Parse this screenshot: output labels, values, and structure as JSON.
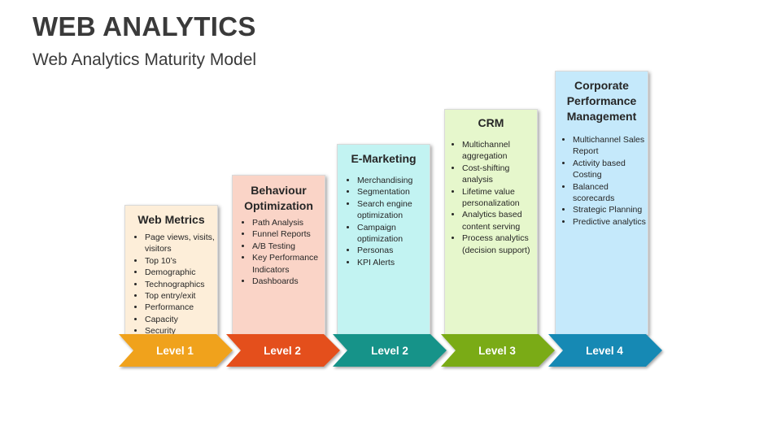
{
  "header": {
    "title": "WEB ANALYTICS",
    "subtitle": "Web Analytics Maturity Model"
  },
  "stages": [
    {
      "title": "Web Metrics",
      "items": [
        "Page views, visits, visitors",
        "Top 10’s",
        "Demographic",
        "Technographics",
        "Top entry/exit",
        "Performance",
        "Capacity",
        "Security"
      ],
      "level": "Level 1",
      "box_color": "#fdeed9",
      "arrow_color": "#f0a21c"
    },
    {
      "title": "Behaviour Optimization",
      "items": [
        "Path Analysis",
        "Funnel Reports",
        "A/B Testing",
        "Key Performance Indicators",
        "Dashboards"
      ],
      "level": "Level 2",
      "box_color": "#fad4c7",
      "arrow_color": "#e4501c"
    },
    {
      "title": "E-Marketing",
      "items": [
        "Merchandising",
        "Segmentation",
        "Search engine optimization",
        "Campaign optimization",
        "Personas",
        "KPI Alerts"
      ],
      "level": "Level 2",
      "box_color": "#c2f3f2",
      "arrow_color": "#149389"
    },
    {
      "title": "CRM",
      "items": [
        "Multichannel aggregation",
        "Cost-shifting analysis",
        "Lifetime value personalization",
        "Analytics based content serving",
        "Process analytics (decision support)"
      ],
      "level": "Level 3",
      "box_color": "#e6f7cc",
      "arrow_color": "#7aab13"
    },
    {
      "title": "Corporate Performance Management",
      "items": [
        "Multichannel Sales Report",
        "Activity based Costing",
        "Balanced scorecards",
        "Strategic Planning",
        "Predictive analytics"
      ],
      "level": "Level 4",
      "box_color": "#c5e9fb",
      "arrow_color": "#1589b4"
    }
  ]
}
